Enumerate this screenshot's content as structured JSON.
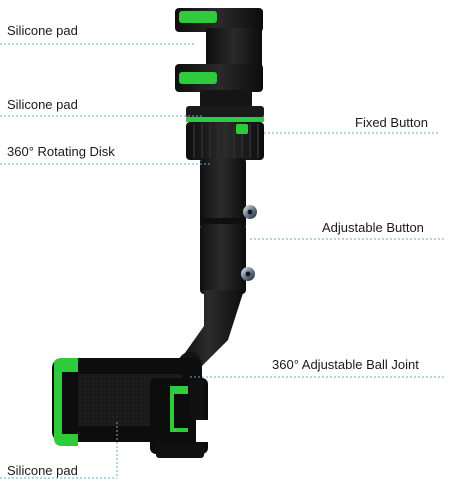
{
  "labels": {
    "silicone_pad_top": "Silicone pad",
    "silicone_pad_middle": "Silicone pad",
    "rotating_disk": "360° Rotating Disk",
    "fixed_button": "Fixed Button",
    "adjustable_button": "Adjustable Button",
    "ball_joint": "360° Adjustable Ball Joint",
    "silicone_pad_bottom": "Silicone pad"
  },
  "colors": {
    "accent_green": "#2ecc3a",
    "body_black": "#161616",
    "leader_line": "#6aa8d8"
  }
}
